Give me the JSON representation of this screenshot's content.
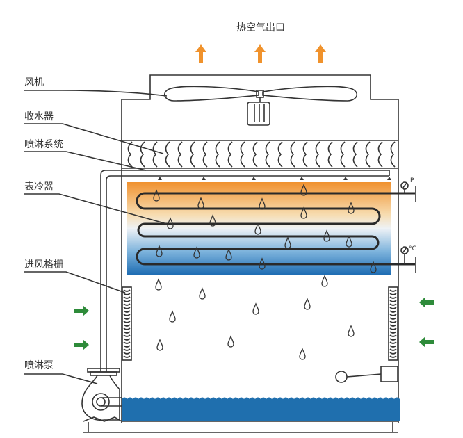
{
  "labels": {
    "outlet": "热空气出口",
    "fan": "风机",
    "drift_eliminator": "收水器",
    "spray_system": "喷淋系统",
    "coil": "表冷器",
    "inlet_louver": "进风格栅",
    "spray_pump": "喷淋泵",
    "pressure_gauge": "P",
    "thermometer": "°C"
  },
  "colors": {
    "hot_air_arrow": "#f0922c",
    "inlet_air_arrow": "#2e8b3a",
    "coil_top": "#f0912f",
    "coil_bottom": "#1e6db3",
    "water": "#1f6fae",
    "line": "#333333"
  }
}
